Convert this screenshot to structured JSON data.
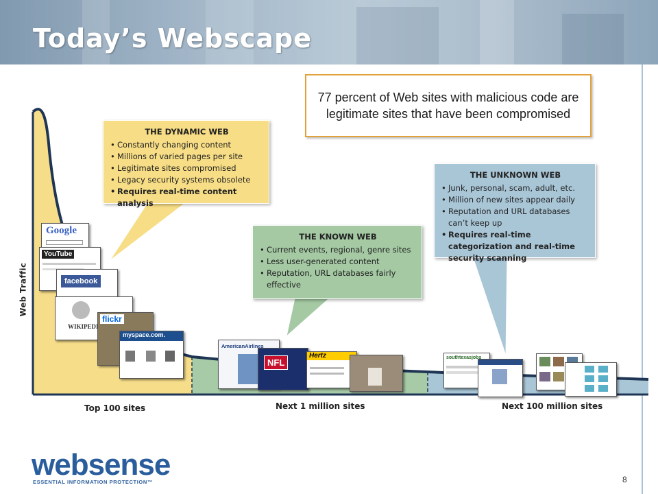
{
  "slide": {
    "title": "Today’s Webscape",
    "page_number": "8",
    "stat_text": "77 percent of Web sites with malicious code are legitimate sites that have been compromised"
  },
  "callouts": {
    "dynamic": {
      "heading": "THE DYNAMIC WEB",
      "items": [
        "Constantly changing content",
        "Millions of varied pages per site",
        "Legitimate sites compromised",
        "Legacy security systems obsolete",
        "Requires real-time content analysis"
      ],
      "color": "#f7dd85"
    },
    "known": {
      "heading": "THE KNOWN WEB",
      "items": [
        "Current events, regional, genre sites",
        "Less user-generated content",
        "Reputation, URL databases fairly effective"
      ],
      "color": "#a4c9a3"
    },
    "unknown": {
      "heading": "THE UNKNOWN WEB",
      "items": [
        "Junk, personal, scam, adult, etc.",
        "Million of new sites appear daily",
        "Reputation and URL databases can’t keep up",
        "Requires real-time categorization and real-time security scanning"
      ],
      "color": "#a9c6d7"
    }
  },
  "chart": {
    "y_axis_label": "Web Traffic",
    "segments": [
      "Top 100 sites",
      "Next  1 million sites",
      "Next 100 million sites"
    ],
    "segment_colors": [
      "#f6dd8a",
      "#a7cba6",
      "#a9c6d7"
    ]
  },
  "thumbnails": {
    "google": "Google",
    "youtube": "YouTube",
    "facebook": "facebook",
    "wikipedia": "WIKIPEDIA",
    "flickr": "flickr",
    "myspace": "myspace.com.",
    "american": "AmericanAirlines",
    "nfl": "NFL",
    "hertz": "Hertz",
    "southtexas": "southtexasjobs"
  },
  "logo": {
    "name": "websense",
    "tagline": "ESSENTIAL INFORMATION PROTECTION™"
  }
}
